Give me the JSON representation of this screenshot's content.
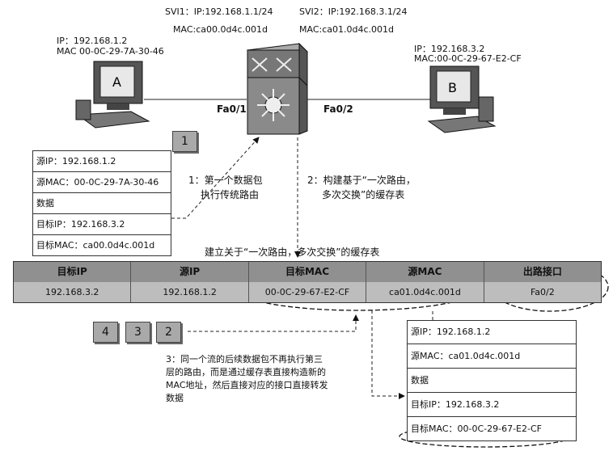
{
  "top": {
    "svi1_ip": "SVI1：IP:192.168.1.1/24",
    "svi1_mac": "MAC:ca00.0d4c.001d",
    "svi2_ip": "SVI2：IP:192.168.3.1/24",
    "svi2_mac": "MAC:ca01.0d4c.001d"
  },
  "host_a": {
    "label": "A",
    "ip": "IP：192.168.1.2",
    "mac": "MAC 00-0C-29-7A-30-46"
  },
  "host_b": {
    "label": "B",
    "ip": "IP：192.168.3.2",
    "mac": "MAC:00-0C-29-67-E2-CF"
  },
  "ports": {
    "left": "Fa0/1",
    "right": "Fa0/2"
  },
  "packet1": {
    "src_ip": "源IP：192.168.1.2",
    "src_mac": "源MAC：00-0C-29-7A-30-46",
    "data": "数据",
    "dst_ip": "目标IP：192.168.3.2",
    "dst_mac": "目标MAC：ca00.0d4c.001d"
  },
  "badge_1": "1",
  "step1": {
    "line1": "1：第一个数据包",
    "line2": "执行传统路由"
  },
  "step2": {
    "line1": "2：构建基于“一次路由，",
    "line2": "多次交换”的缓存表"
  },
  "cache_title": "建立关于“一次路由，多次交换”的缓存表",
  "table": {
    "headers": [
      "目标IP",
      "源IP",
      "目标MAC",
      "源MAC",
      "出路接口"
    ],
    "row": [
      "192.168.3.2",
      "192.168.1.2",
      "00-0C-29-67-E2-CF",
      "ca01.0d4c.001d",
      "Fa0/2"
    ]
  },
  "badges": [
    "4",
    "3",
    "2"
  ],
  "step3": {
    "line1": "3：同一个流的后续数据包不再执行第三",
    "line2": "层的路由，而是通过缓存表直接构造新的",
    "line3": "MAC地址，然后直接对应的接口直接转发",
    "line4": "数据"
  },
  "packet2": {
    "src_ip": "源IP：192.168.1.2",
    "src_mac": "源MAC：ca01.0d4c.001d",
    "data": "数据",
    "dst_ip": "目标IP：192.168.3.2",
    "dst_mac": "目标MAC：00-0C-29-67-E2-CF"
  }
}
